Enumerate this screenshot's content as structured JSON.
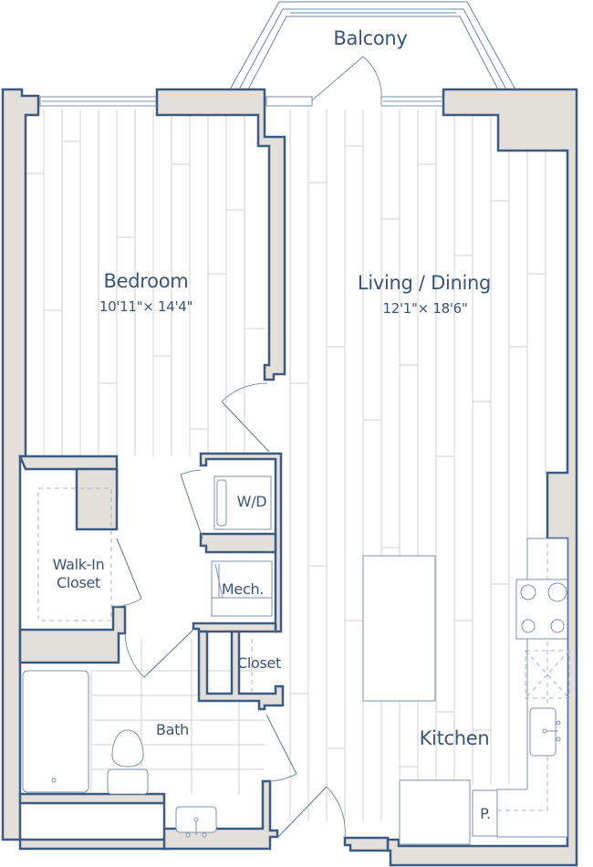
{
  "rooms": {
    "balcony": {
      "name": "Balcony"
    },
    "bedroom": {
      "name": "Bedroom",
      "dimensions": "10'11\"× 14'4\""
    },
    "living_dining": {
      "name": "Living / Dining",
      "dimensions": "12'1\"× 18'6\""
    },
    "walk_in_closet": {
      "name_line1": "Walk-In",
      "name_line2": "Closet"
    },
    "washer_dryer": {
      "name": "W/D"
    },
    "mechanical": {
      "name": "Mech."
    },
    "closet": {
      "name": "Closet"
    },
    "bath": {
      "name": "Bath"
    },
    "kitchen": {
      "name": "Kitchen"
    },
    "pantry": {
      "name": "P."
    }
  },
  "colors": {
    "wall_fill": "#e3dfdb",
    "wall_outline": "#3d5a80",
    "label_text": "#3a5578",
    "floor_planks": "#d2d2d2",
    "fixture_lines": "#7d8fa8"
  }
}
